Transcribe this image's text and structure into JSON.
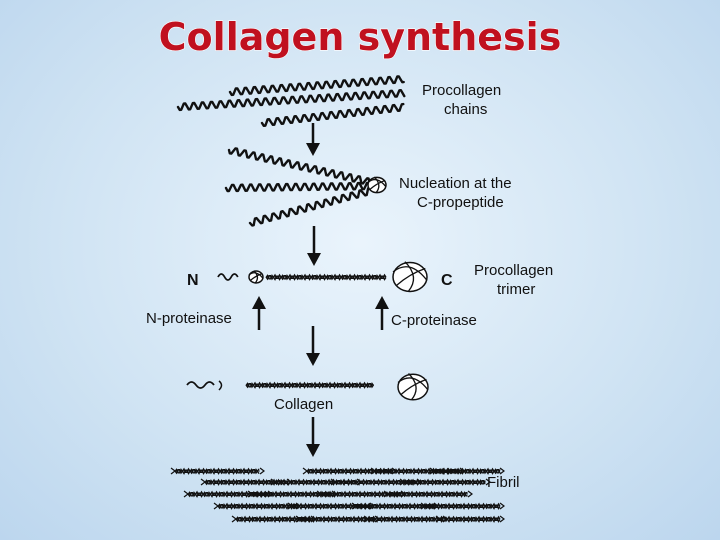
{
  "title": "Collagen synthesis",
  "labels": {
    "procollagen_chains_1": "Procollagen",
    "procollagen_chains_2": "chains",
    "nucleation_1": "Nucleation at the",
    "nucleation_2": "C-propeptide",
    "terminus_n": "N",
    "terminus_c": "C",
    "trimer_1": "Procollagen",
    "trimer_2": "trimer",
    "n_proteinase": "N-proteinase",
    "c_proteinase": "C-proteinase",
    "collagen": "Collagen",
    "fibril": "Fibril"
  },
  "colors": {
    "title": "#c0111f",
    "background": "#cfe3f3",
    "ink": "#111111"
  }
}
